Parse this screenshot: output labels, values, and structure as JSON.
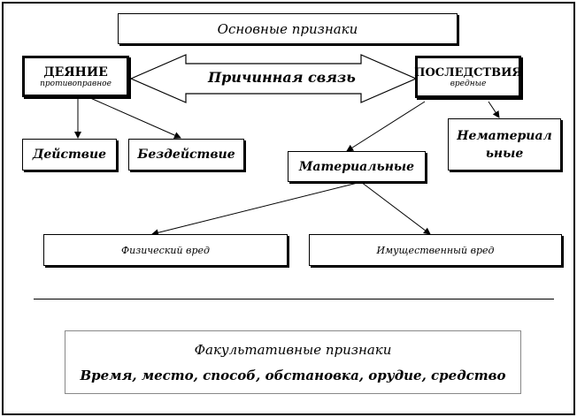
{
  "diagram": {
    "main_title": "Основные признаки",
    "act": {
      "title": "ДЕЯНИЕ",
      "subtitle": "противоправное"
    },
    "consequences": {
      "title": "ПОСЛЕДСТВИЯ",
      "subtitle": "вредные"
    },
    "causal_link": "Причинная связь",
    "action": "Действие",
    "inaction": "Бездействие",
    "material": "Материальные",
    "non_material": "Нематериал ьные",
    "physical_harm": "Физический вред",
    "property_harm": "Имущественный вред",
    "optional": {
      "title": "Факультативные признаки",
      "items": "Время, место, способ, обстановка, орудие, средство"
    }
  }
}
